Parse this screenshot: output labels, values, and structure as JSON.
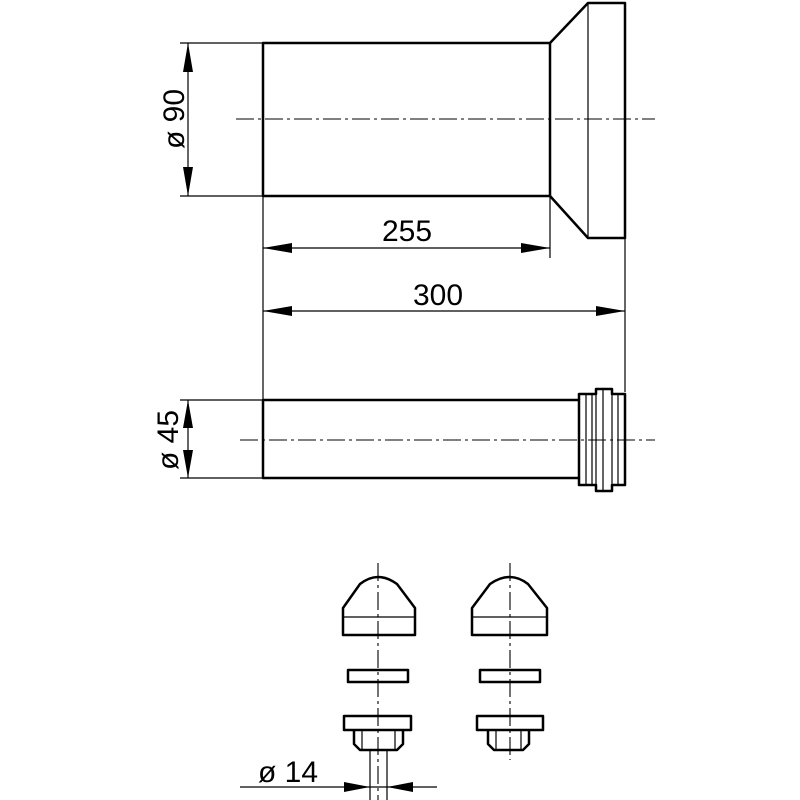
{
  "colors": {
    "line": "#000000",
    "background": "#ffffff"
  },
  "dimensions": {
    "large_pipe_diameter": "ø 90",
    "large_pipe_length": "255",
    "overall_length": "300",
    "small_pipe_diameter": "ø 45",
    "bolt_diameter": "ø 14"
  }
}
